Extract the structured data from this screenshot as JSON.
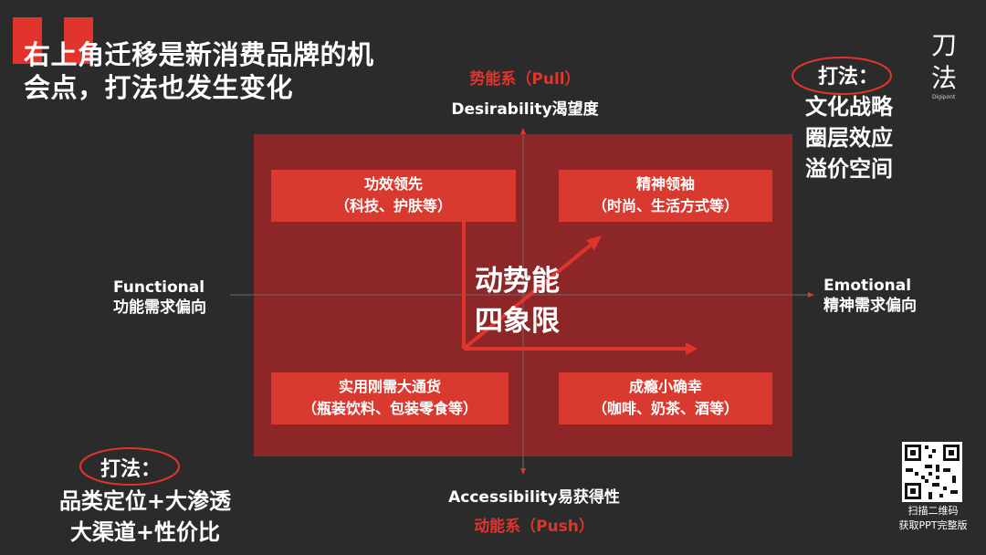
{
  "title_lines": [
    "右上角迁移是新消费品牌的机",
    "会点，打法也发生变化"
  ],
  "logo": {
    "char1": "刀",
    "char2": "法",
    "sub": "Digipont"
  },
  "axes": {
    "top_red": "势能系（Pull）",
    "top_white": "Desirability渴望度",
    "bottom_white": "Accessibility易获得性",
    "bottom_red": "动能系（Push）",
    "left_line1": "Functional",
    "left_line2": "功能需求偏向",
    "right_line1": "Emotional",
    "right_line2": "精神需求偏向"
  },
  "quadrants": {
    "top_left": {
      "line1": "功效领先",
      "line2": "（科技、护肤等）"
    },
    "top_right": {
      "line1": "精神领袖",
      "line2": "（时尚、生活方式等）"
    },
    "bottom_left": {
      "line1": "实用刚需大通货",
      "line2": "（瓶装饮料、包装零食等）"
    },
    "bottom_right": {
      "line1": "成瘾小确幸",
      "line2": "（咖啡、奶茶、酒等）"
    }
  },
  "center": {
    "line1": "动势能",
    "line2": "四象限"
  },
  "tactics_right": {
    "heading": "打法：",
    "items": [
      "文化战略",
      "圈层效应",
      "溢价空间"
    ]
  },
  "tactics_left": {
    "heading": "打法：",
    "items": [
      "品类定位+大渗透",
      "大渠道+性价比"
    ]
  },
  "qr": {
    "caption_line1": "扫描二维码",
    "caption_line2": "获取PPT完整版"
  },
  "colors": {
    "accent_red": "#e0342c",
    "matrix_bg": "#8d2626",
    "box_red": "#d93a2f",
    "background": "#2b2b2b"
  }
}
